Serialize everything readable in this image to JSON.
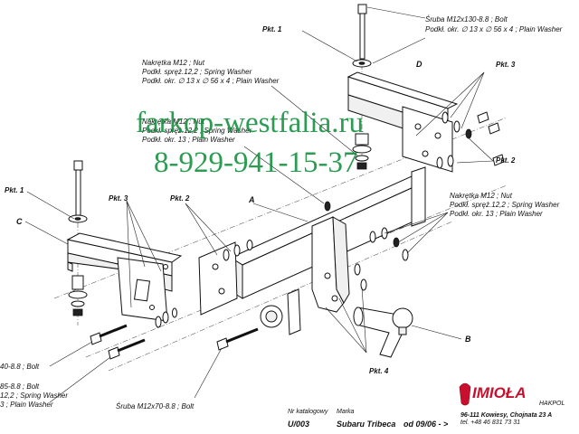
{
  "labels": {
    "bolt_top": {
      "line1": "Śruba M12x130-8.8 ; Bolt",
      "line2": "Podkł. okr. ∅ 13 x ∅ 56 x 4 ; Plain Washer"
    },
    "nut_upper": {
      "line1": "Nakrętka  M12 ; Nut",
      "line2": "Podkł. spręż.12,2 ; Spring Washer",
      "line3": "Podkł. okr. ∅ 13 x ∅ 56 x 4 ; Plain Washer"
    },
    "nut_mid": {
      "line1": "Nakrętka  M12 ; Nut",
      "line2": "Podkł. spręż.12,2 ; Spring Washer",
      "line3": "Podkł. okr. 13 ; Plain Washer"
    },
    "nut_right": {
      "line1": "Nakrętka  M12 ; Nut",
      "line2": "Podkł. spręż.12,2 ; Spring Washer",
      "line3": "Podkł. okr. 13 ; Plain Washer"
    },
    "bolt_left_1": "40-8.8 ;  Bolt",
    "bolt_left_2": {
      "line1": "85-8.8 ;  Bolt",
      "line2": "12,2 ; Spring Washer",
      "line3": "3 ; Plain Washer"
    },
    "bolt_bottom": "Śruba M12x70-8.8 ;  Bolt"
  },
  "callouts": {
    "pkt1_top": "Pkt. 1",
    "pkt1_left": "Pkt. 1",
    "pkt2_right": "Pkt. 2",
    "pkt2_left": "Pkt. 2",
    "pkt3_right": "Pkt. 3",
    "pkt3_left": "Pkt. 3",
    "pkt4": "Pkt. 4"
  },
  "part_letters": {
    "a": "A",
    "b": "B",
    "c": "C",
    "d": "D"
  },
  "watermark": {
    "site": "farkop-westfalia.ru",
    "phone": "8-929-941-15-37"
  },
  "footer": {
    "catalog_label": "Nr katalogowy",
    "catalog_number": "U/003",
    "make_label": "Marka",
    "make_model": "Subaru Tribeca",
    "date": "od 09/06 - >"
  },
  "brand": {
    "name": "IMIOŁA",
    "sub": "HAKPOL",
    "address": "96-111 Kowiesy, Chojnata 23 A",
    "phone": "tel. +48 46 831 73 31"
  }
}
